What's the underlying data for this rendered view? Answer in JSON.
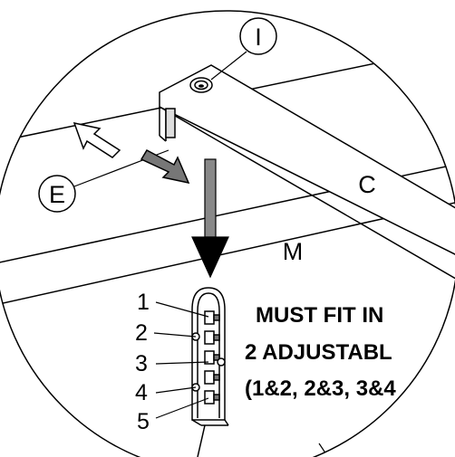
{
  "callouts": {
    "fastener": "I",
    "side_rail": "E",
    "cross_member": "C",
    "main_part": "M"
  },
  "slot_numbers": [
    "1",
    "2",
    "3",
    "4",
    "5"
  ],
  "note": {
    "line1": "MUST FIT IN",
    "line2": "2 ADJUSTABL",
    "line3": "(1&2, 2&3, 3&4"
  }
}
